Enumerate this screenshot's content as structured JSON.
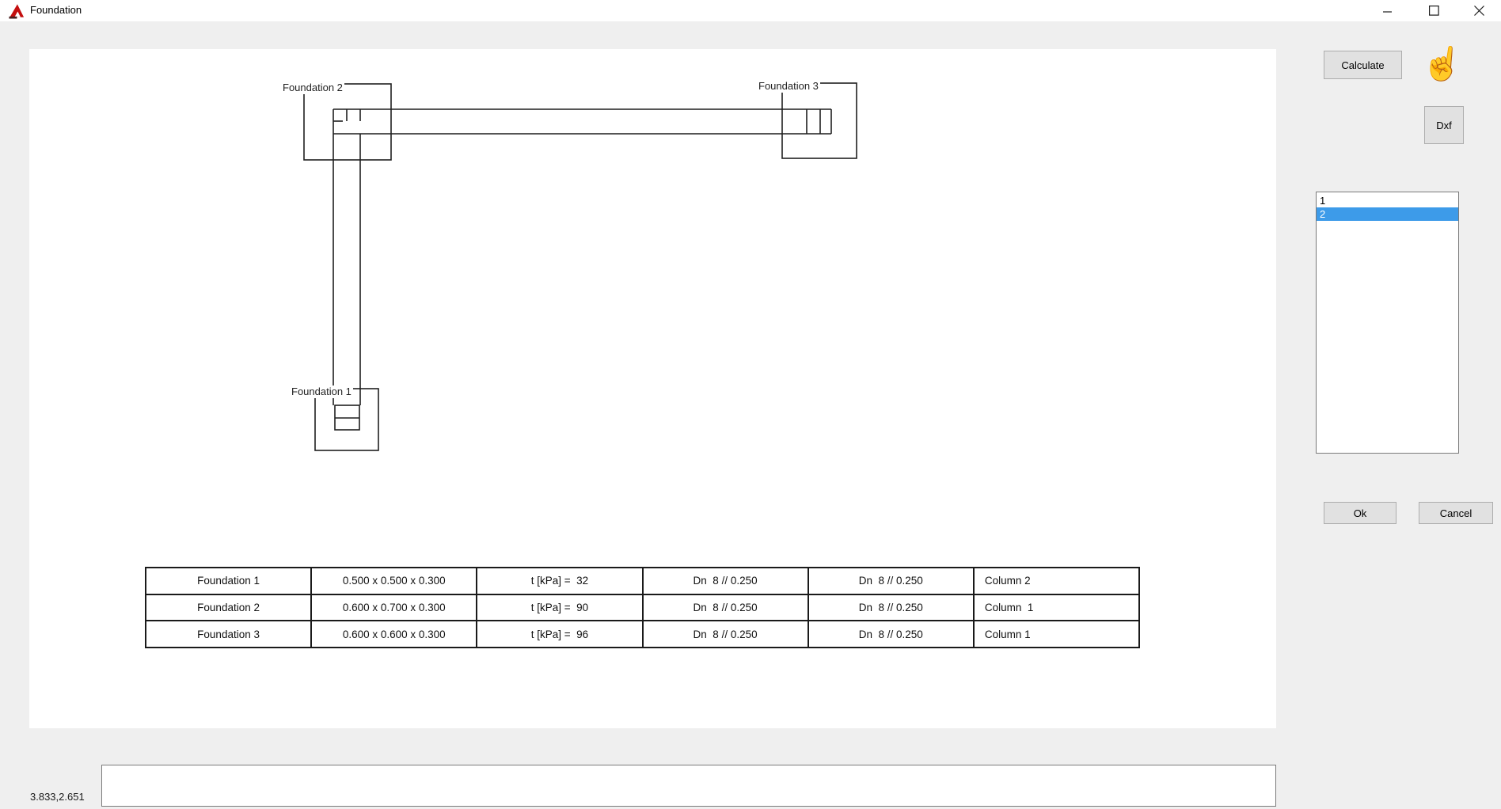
{
  "window": {
    "title": "Foundation"
  },
  "canvas": {
    "labels": {
      "foundation1": "Foundation 1",
      "foundation2": "Foundation 2",
      "foundation3": "Foundation 3"
    }
  },
  "table": {
    "rows": [
      [
        "Foundation 1",
        "0.500 x 0.500 x 0.300",
        "t [kPa] =  32",
        "Dn  8 // 0.250",
        "Dn  8 // 0.250",
        "Column 2"
      ],
      [
        "Foundation 2",
        "0.600 x 0.700 x 0.300",
        "t [kPa] =  90",
        "Dn  8 // 0.250",
        "Dn  8 // 0.250",
        "Column  1"
      ],
      [
        "Foundation 3",
        "0.600 x 0.600 x 0.300",
        "t [kPa] =  96",
        "Dn  8 // 0.250",
        "Dn  8 // 0.250",
        "Column 1"
      ]
    ]
  },
  "panel": {
    "calculate_label": "Calculate",
    "dxf_label": "Dxf",
    "hand_cursor_glyph": "☝",
    "list_items": [
      {
        "label": "1",
        "selected": false
      },
      {
        "label": "2",
        "selected": true
      }
    ],
    "ok_label": "Ok",
    "cancel_label": "Cancel"
  },
  "statusbar": {
    "coordinates": "3.833,2.651",
    "command_input_value": ""
  },
  "colors": {
    "background": "#efefef",
    "titlebar": "#ffffff",
    "selection_blue": "#3d9be9",
    "logo_red": "#c40f0f",
    "button_face": "#e1e1e1",
    "button_border": "#adadad",
    "drawing_line": "#1f1f1f"
  }
}
